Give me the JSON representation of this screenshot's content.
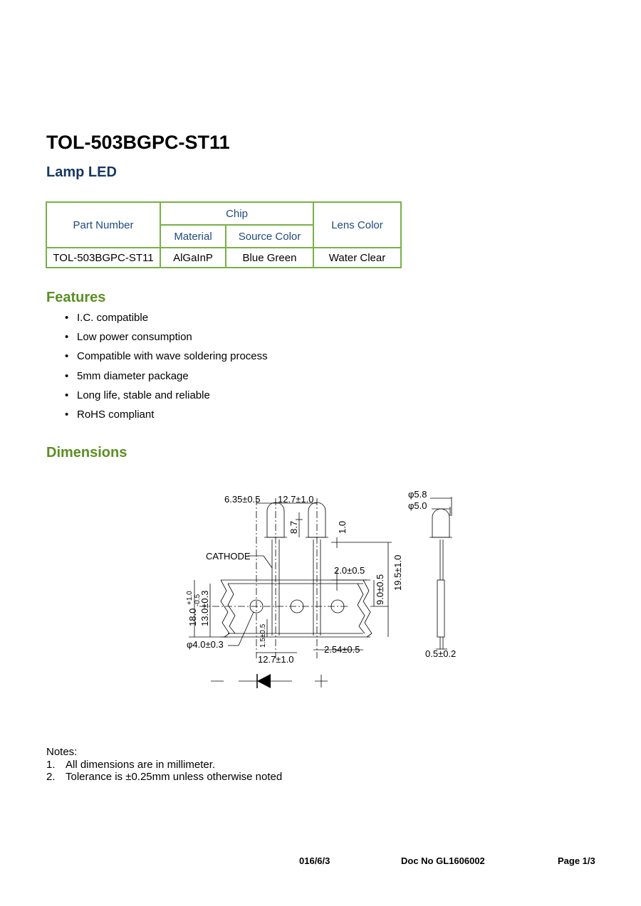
{
  "header": {
    "title": "TOL-503BGPC-ST11",
    "subtitle": "Lamp LED"
  },
  "spec_table": {
    "part_number_header": "Part Number",
    "chip_header": "Chip",
    "material_header": "Material",
    "source_color_header": "Source Color",
    "lens_color_header": "Lens Color",
    "row": {
      "part_number": "TOL-503BGPC-ST11",
      "material": "AlGaInP",
      "source_color": "Blue Green",
      "lens_color": "Water Clear"
    }
  },
  "features": {
    "heading": "Features",
    "items": [
      "I.C. compatible",
      "Low power consumption",
      "Compatible with wave soldering process",
      "5mm diameter package",
      "Long life, stable and reliable",
      "RoHS compliant"
    ]
  },
  "dimensions": {
    "heading": "Dimensions",
    "labels": {
      "pitch_top": "6.35±0.5",
      "spacing_top": "12.7±1.0",
      "body_height": "8.7",
      "flange": "1.0",
      "cathode": "CATHODE",
      "gap": "2.0±0.5",
      "lead_length": "19.5±1.0",
      "hole_height": "9.0±0.5",
      "tape_height_base": "18.0",
      "tape_height_plus": "+1.0",
      "tape_height_minus": "-0.5",
      "hole_offset": "13.0±0.3",
      "lead_offset": "1.5±0.5",
      "hole_diameter": "φ4.0±0.3",
      "lead_pitch": "2.54±0.5",
      "spacing_bottom": "12.7±1.0",
      "lens_outer": "φ5.8",
      "lens_inner": "φ5.0",
      "lead_width": "0.5±0.2"
    }
  },
  "notes": {
    "heading": "Notes:",
    "items": [
      {
        "num": "1.",
        "text": "All dimensions are in millimeter."
      },
      {
        "num": "2.",
        "text": "Tolerance is ±0.25mm unless otherwise noted"
      }
    ]
  },
  "footer": {
    "date": "016/6/3",
    "doc_no": "Doc No GL1606002",
    "page": "Page 1/3"
  }
}
